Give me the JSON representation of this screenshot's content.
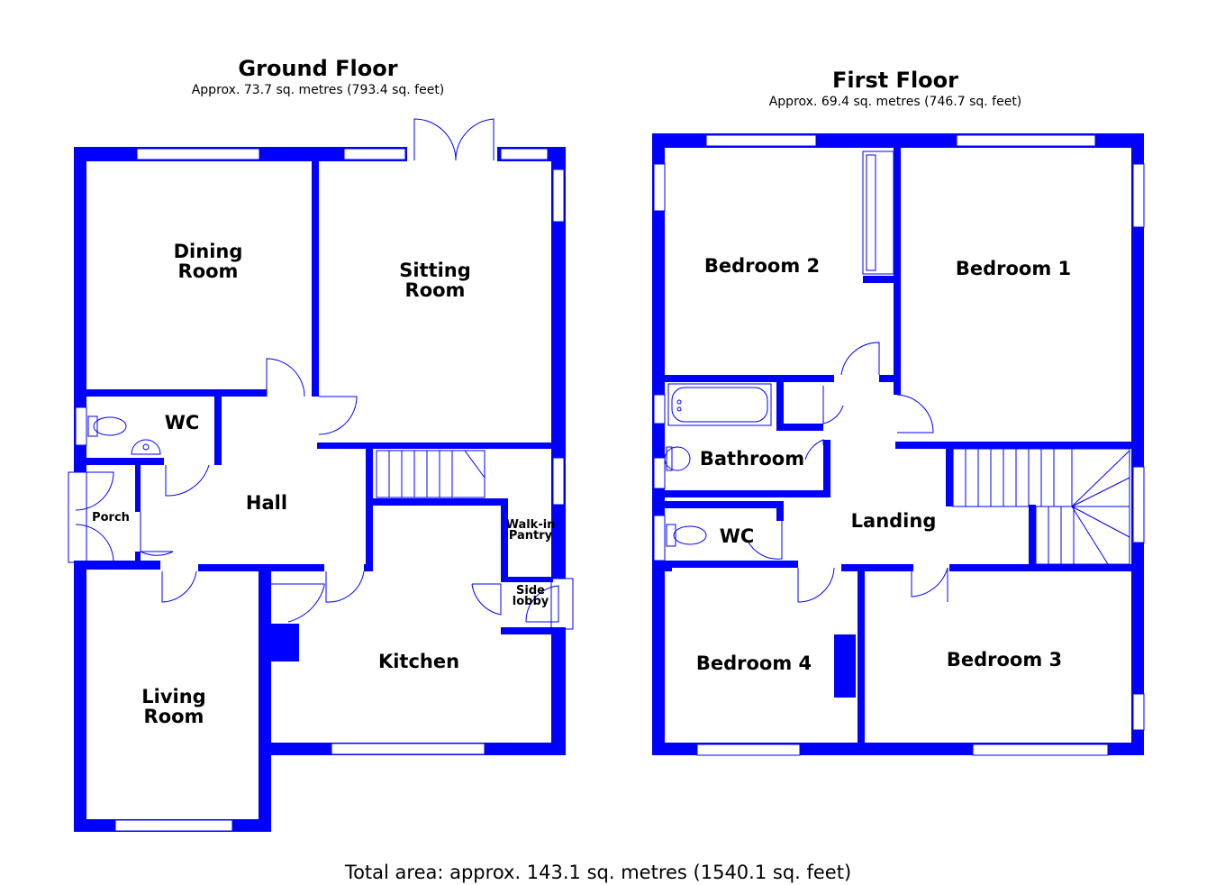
{
  "ground_floor": {
    "title": "Ground Floor",
    "area": "Approx. 73.7 sq. metres (793.4 sq. feet)",
    "rooms": {
      "dining_line1": "Dining",
      "dining_line2": "Room",
      "sitting_line1": "Sitting",
      "sitting_line2": "Room",
      "wc": "WC",
      "hall": "Hall",
      "porch": "Porch",
      "walkin_line1": "Walk-in",
      "walkin_line2": "Pantry",
      "side_line1": "Side",
      "side_line2": "lobby",
      "kitchen": "Kitchen",
      "living_line1": "Living",
      "living_line2": "Room"
    }
  },
  "first_floor": {
    "title": "First Floor",
    "area": "Approx. 69.4 sq. metres (746.7 sq. feet)",
    "rooms": {
      "bedroom2": "Bedroom 2",
      "bedroom1": "Bedroom 1",
      "bathroom": "Bathroom",
      "wc": "WC",
      "landing": "Landing",
      "bedroom4": "Bedroom 4",
      "bedroom3": "Bedroom 3"
    }
  },
  "total_area": "Total area: approx. 143.1 sq. metres (1540.1 sq. feet)",
  "colors": {
    "wall": "#0000ff",
    "background": "#ffffff",
    "text": "#000000"
  }
}
